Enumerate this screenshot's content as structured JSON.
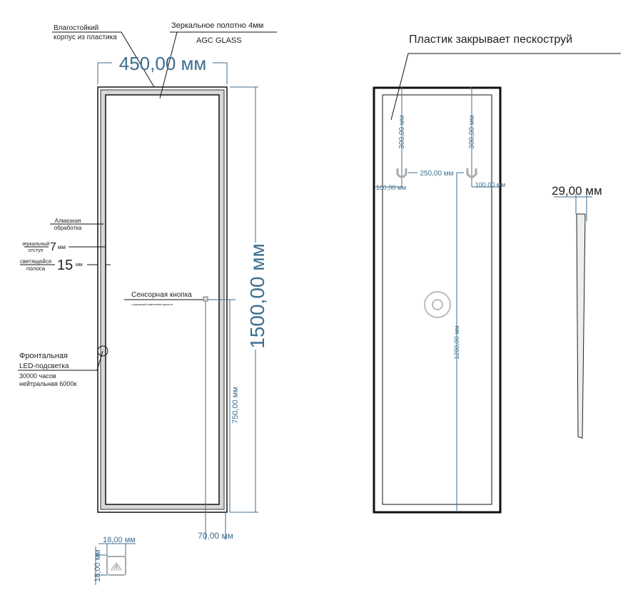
{
  "front_view": {
    "housing_label_1": "Влагостойкий",
    "housing_label_2": "корпус из пластика",
    "glass_label": "Зеркальное  полотно 4мм",
    "glass_brand": "AGC GLASS",
    "width_dim": "450,00 мм",
    "height_dim": "1500,00 мм",
    "diamond_label_1": "Алмазная",
    "diamond_label_2": "обработка",
    "offset_label_1": "зеркальный",
    "offset_label_2": "отступ",
    "offset_value": "7",
    "offset_unit": "мм",
    "strip_label_1": "светящейся",
    "strip_label_2": "полоса",
    "strip_value": "15",
    "strip_unit": "мм",
    "sensor_label": "Сенсорная кнопка",
    "sensor_sub": "с функцией изменения яркости",
    "led_label_1": "Фронтальная",
    "led_label_2": "LED-подсветка",
    "led_label_3": "30000 часов",
    "led_label_4": "нейтральная 6000к",
    "sensor_height_dim": "750,00 мм",
    "sensor_side_dim": "70,00 мм",
    "button_width_dim": "18,00 мм",
    "button_height_dim": "18,00 мм"
  },
  "back_view": {
    "plastic_label": "Пластик закрывает пескоструй",
    "hole_top_dim_left": "300,00 мм",
    "hole_top_dim_right": "300,00 мм",
    "hole_spacing_dim": "250,00 мм",
    "hole_side_dim_left": "100,00 мм",
    "hole_side_dim_right": "100,00 мм",
    "hole_bottom_dim": "1200,00 мм"
  },
  "side_view": {
    "depth_dim": "29,00 мм"
  }
}
